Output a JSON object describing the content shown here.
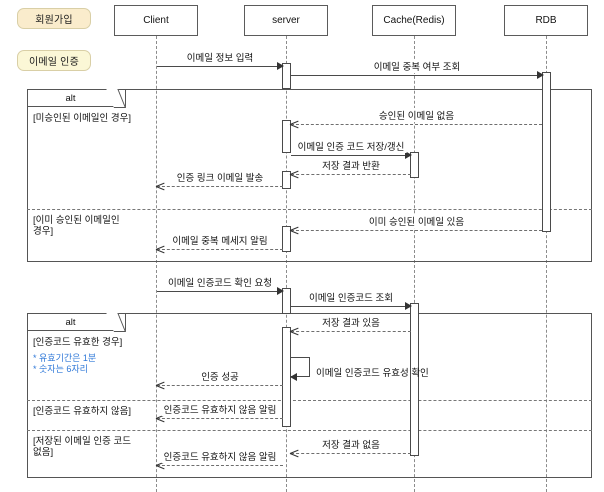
{
  "diagram": {
    "type": "uml-sequence-diagram",
    "title_badges": [
      {
        "id": "signup",
        "label": "회원가입",
        "color": "#faeccc"
      },
      {
        "id": "email-verify",
        "label": "이메일 인증",
        "color": "#fbf7d6"
      }
    ],
    "participants": [
      {
        "id": "client",
        "label": "Client"
      },
      {
        "id": "server",
        "label": "server"
      },
      {
        "id": "cache",
        "label": "Cache(Redis)"
      },
      {
        "id": "rdb",
        "label": "RDB"
      }
    ],
    "messages": [
      {
        "id": "m1",
        "label": "이메일 정보 입력",
        "from": "client",
        "to": "server",
        "kind": "call"
      },
      {
        "id": "m2",
        "label": "이메일 중복 여부 조회",
        "from": "server",
        "to": "rdb",
        "kind": "call"
      },
      {
        "id": "m3",
        "label": "승인된 이메일 없음",
        "from": "rdb",
        "to": "server",
        "kind": "return"
      },
      {
        "id": "m4",
        "label": "이메일 인증 코드 저장/갱신",
        "from": "server",
        "to": "cache",
        "kind": "call"
      },
      {
        "id": "m5",
        "label": "저장 결과 반환",
        "from": "cache",
        "to": "server",
        "kind": "return"
      },
      {
        "id": "m6",
        "label": "인증 링크 이메일 발송",
        "from": "server",
        "to": "client",
        "kind": "return"
      },
      {
        "id": "m7",
        "label": "이미 승인된 이메일 있음",
        "from": "rdb",
        "to": "server",
        "kind": "return"
      },
      {
        "id": "m8",
        "label": "이메일 중복 메세지 알림",
        "from": "server",
        "to": "client",
        "kind": "return"
      },
      {
        "id": "m9",
        "label": "이메일 인증코드 확인 요청",
        "from": "client",
        "to": "server",
        "kind": "call"
      },
      {
        "id": "m10",
        "label": "이메일 인증코드 조회",
        "from": "server",
        "to": "cache",
        "kind": "call"
      },
      {
        "id": "m11",
        "label": "저장 결과 있음",
        "from": "cache",
        "to": "server",
        "kind": "return"
      },
      {
        "id": "m12",
        "label": "이메일 인증코드 유효성 확인",
        "from": "server",
        "to": "server",
        "kind": "self"
      },
      {
        "id": "m13",
        "label": "인증 성공",
        "from": "server",
        "to": "client",
        "kind": "return"
      },
      {
        "id": "m14",
        "label": "인증코드 유효하지 않음 알림",
        "from": "server",
        "to": "client",
        "kind": "return"
      },
      {
        "id": "m15",
        "label": "저장 결과 없음",
        "from": "cache",
        "to": "server",
        "kind": "return"
      },
      {
        "id": "m16",
        "label": "인증코드 유효하지 않음 알림",
        "from": "server",
        "to": "client",
        "kind": "return"
      }
    ],
    "fragments": [
      {
        "id": "alt-1",
        "operator": "alt",
        "branches": [
          {
            "guard": "[미승인된 이메일인 경우]",
            "notes": []
          },
          {
            "guard": "[이미 승인된 이메일인 경우]",
            "notes": []
          }
        ]
      },
      {
        "id": "alt-2",
        "operator": "alt",
        "branches": [
          {
            "guard": "[인증코드 유효한 경우]",
            "notes": [
              "* 유효기간은 1분",
              "* 숫자는 6자리"
            ]
          },
          {
            "guard": "[인증코드 유효하지 않음]",
            "notes": []
          },
          {
            "guard": "[저장된 이메일 인증 코드 없음]",
            "notes": []
          }
        ]
      }
    ]
  }
}
